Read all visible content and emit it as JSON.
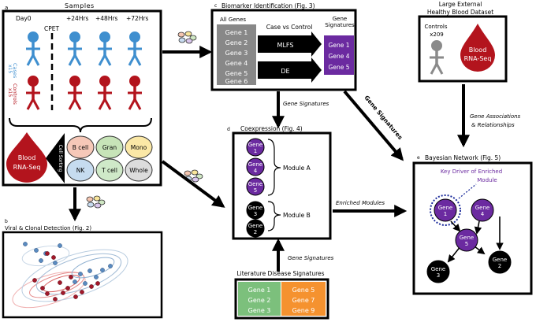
{
  "panel_a": {
    "letter": "a",
    "title": "Samples",
    "timepoints": [
      "Day0",
      "+24Hrs",
      "+48Hrs",
      "+72Hrs"
    ],
    "cpet": "CPET",
    "cases": "Cases",
    "controls": "Controls",
    "n": "x15",
    "blood": "Blood",
    "rnaseq": "RNA-Seq",
    "cell_sorting": "Cell Sorting",
    "cells": [
      "B cell",
      "Gran",
      "Mono",
      "NK",
      "T cell",
      "Whole"
    ],
    "cell_colors": [
      "#f6c8b8",
      "#c7e4b8",
      "#fbe8a6",
      "#c6dcf0",
      "#cfe9c8",
      "#dcdcdc"
    ]
  },
  "panel_b": {
    "letter": "b",
    "title": "Viral & Clonal Detection (Fig. 2)"
  },
  "panel_c": {
    "letter": "c",
    "title": "Biomarker Identification (Fig. 3)",
    "all_genes": "All Genes",
    "genes": [
      "Gene 1",
      "Gene 2",
      "Gene 3",
      "Gene 4",
      "Gene 5",
      "Gene 6"
    ],
    "case_vs_control": "Case vs Control",
    "methods": [
      "MLFS",
      "DE"
    ],
    "signatures_title": [
      "Gene",
      "Signatures"
    ],
    "signatures": [
      "Gene 1",
      "Gene 4",
      "Gene 5"
    ]
  },
  "panel_d": {
    "letter": "d",
    "title": "Coexpression (Fig. 4)",
    "module_a": "Module A",
    "module_b": "Module B",
    "module_a_genes": [
      [
        "Gene",
        "1"
      ],
      [
        "Gene",
        "4"
      ],
      [
        "Gene",
        "5"
      ]
    ],
    "module_b_genes": [
      [
        "Gene",
        "3"
      ],
      [
        "Gene",
        "2"
      ]
    ]
  },
  "panel_e": {
    "letter": "e",
    "title": "Bayesian Network (Fig. 5)",
    "key_driver": [
      "Key Driver of Enriched",
      "Module"
    ],
    "nodes": [
      [
        "Gene",
        "1"
      ],
      [
        "Gene",
        "4"
      ],
      [
        "Gene",
        "5"
      ],
      [
        "Gene",
        "3"
      ],
      [
        "Gene",
        "2"
      ]
    ]
  },
  "external": {
    "title": [
      "Large External",
      "Healthy Blood Dataset"
    ],
    "controls": "Controls",
    "n": "x209",
    "blood": "Blood",
    "rnaseq": "RNA-Seq"
  },
  "literature": {
    "title": "Literature Disease Signatures",
    "left": [
      "Gene 1",
      "Gene 2",
      "Gene 3"
    ],
    "right": [
      "Gene 5",
      "Gene 7",
      "Gene 9"
    ]
  },
  "arrows": {
    "gene_signatures": "Gene Signatures",
    "gene_signatures_bold": "Gene Signatures",
    "gene_associations": [
      "Gene Associations",
      "& Relationships"
    ],
    "enriched_modules": "Enriched Modules"
  },
  "colors": {
    "case_blue": "#3f8fcf",
    "control_red": "#b3141d",
    "purple": "#6b2aa0",
    "grey_box": "#888888",
    "lit_green": "#7cc07c",
    "lit_orange": "#f5922f"
  }
}
